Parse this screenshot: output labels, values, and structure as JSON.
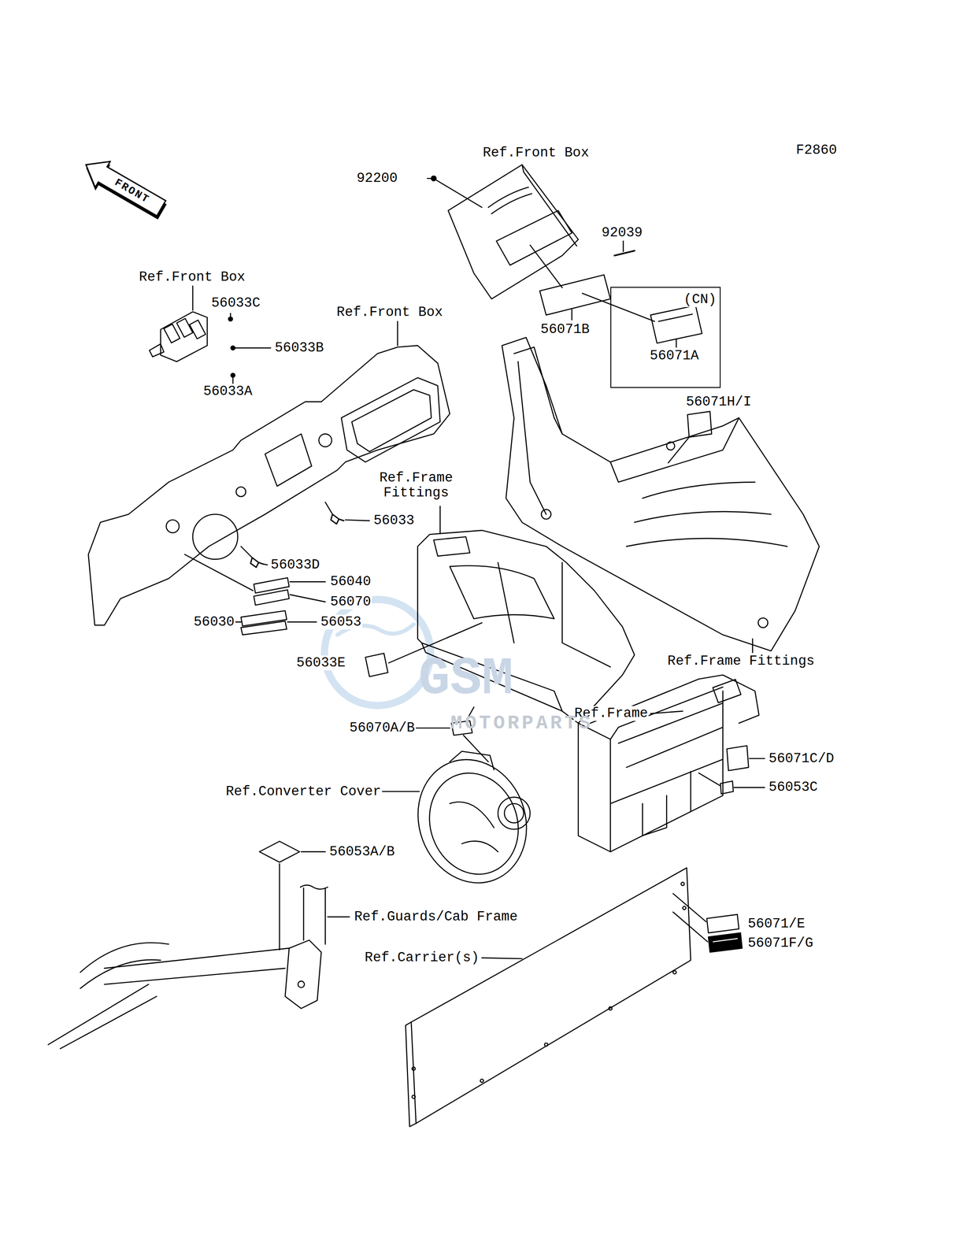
{
  "diagram": {
    "nodes": [
      {
        "text": [
          "FRONT"
        ]
      },
      {
        "text": [
          "(CN)",
          "56071A"
        ]
      }
    ],
    "labels": [
      "F2860",
      "Ref.Front Box",
      "92200",
      "92039",
      "Ref.Front Box",
      "56033C",
      "Ref.Front Box",
      "56071B",
      "56033B",
      "56033A",
      "56071H/I",
      "Ref.Frame Fittings",
      "56033",
      "56033D",
      "56040",
      "56070",
      "56030",
      "56053",
      "56033E",
      "Ref.Frame Fittings",
      "Ref.Frame",
      "56070A/B",
      "56071C/D",
      "Ref.Converter Cover",
      "56053C",
      "56053A/B",
      "Ref.Guards/Cab Frame",
      "56071/E",
      "56071F/G",
      "Ref.Carrier(s)",
      "GSM",
      "MOTORPARTS"
    ]
  }
}
